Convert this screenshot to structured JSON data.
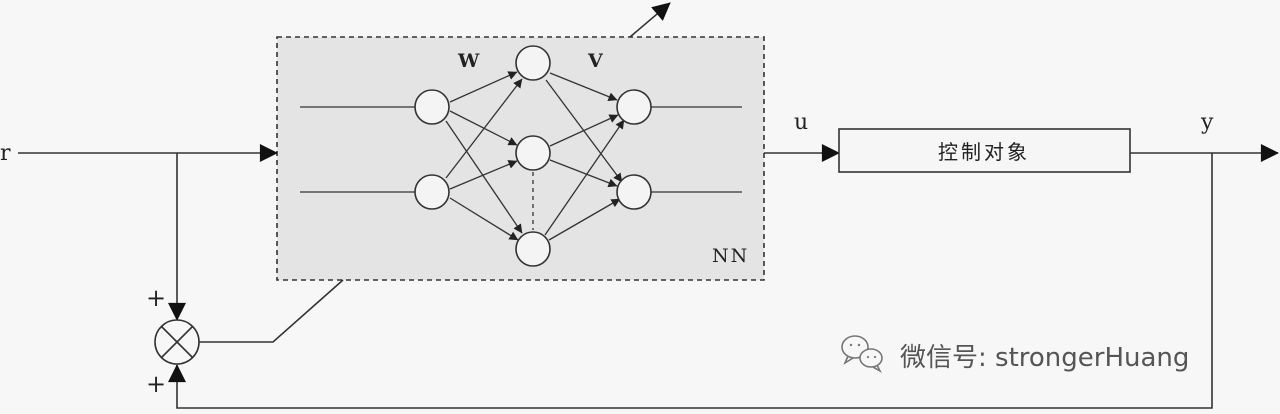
{
  "diagram": {
    "signals": {
      "r": "r",
      "u": "u",
      "y": "y"
    },
    "network": {
      "label": "NN",
      "weight_w": "W",
      "weight_v": "V"
    },
    "plant": {
      "label": "控制对象"
    },
    "summing_junction": {
      "plus_top": "+",
      "plus_bottom": "+"
    },
    "colors": {
      "block_fill": "#e4e4e4",
      "line": "#333333",
      "background": "#f7f7f7"
    }
  },
  "watermark": {
    "text": "微信号: strongerHuang",
    "icon": "wechat-icon"
  }
}
